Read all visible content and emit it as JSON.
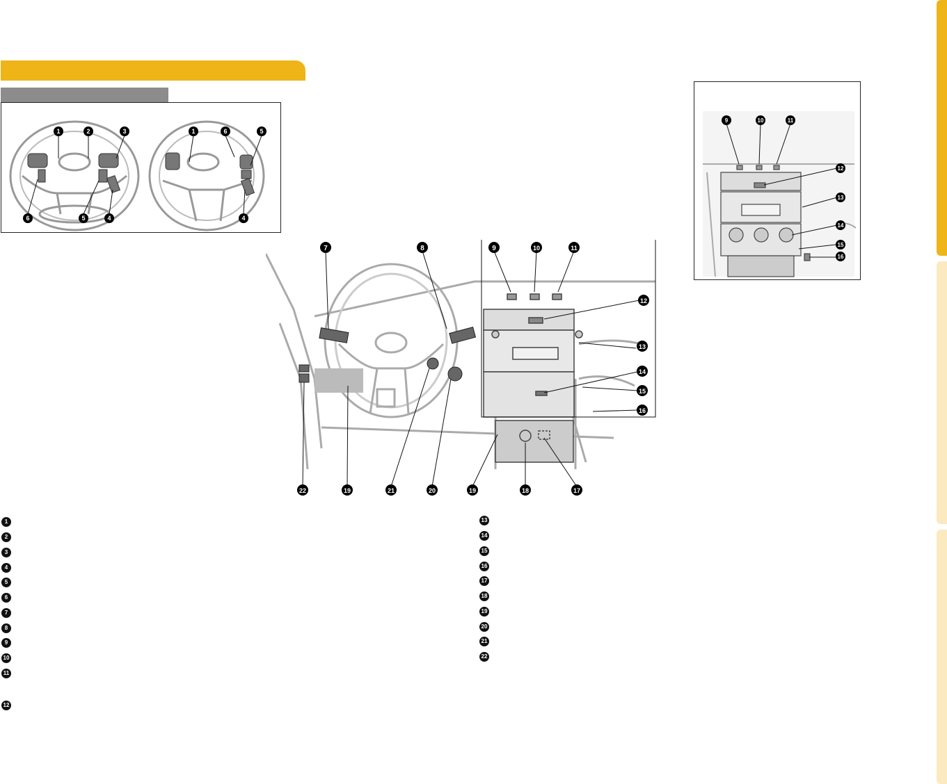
{
  "header": {
    "section_color": "#efb417",
    "subheader_color": "#8c8c8c"
  },
  "side_tabs": [
    {
      "color": "#efb417"
    },
    {
      "color": "#fbe9c0"
    },
    {
      "color": "#fbe9c0"
    }
  ],
  "steering_diagram": {
    "callouts_left": [
      "1",
      "2",
      "3",
      "6",
      "5",
      "4"
    ],
    "callouts_right": [
      "1",
      "6",
      "5",
      "4"
    ]
  },
  "dashboard_diagram": {
    "callouts_top": [
      "7",
      "8",
      "9",
      "10",
      "11",
      "12",
      "13",
      "14",
      "15",
      "16"
    ],
    "callouts_bottom": [
      "22",
      "19",
      "21",
      "20",
      "19",
      "18",
      "17"
    ]
  },
  "console_inset": {
    "callouts": [
      "9",
      "10",
      "11",
      "12",
      "13",
      "14",
      "15",
      "16"
    ]
  },
  "legend_left": [
    "1",
    "2",
    "3",
    "4",
    "5",
    "6",
    "7",
    "8",
    "9",
    "10",
    "11",
    "12"
  ],
  "legend_right": [
    "13",
    "14",
    "15",
    "16",
    "17",
    "18",
    "19",
    "20",
    "21",
    "22"
  ]
}
